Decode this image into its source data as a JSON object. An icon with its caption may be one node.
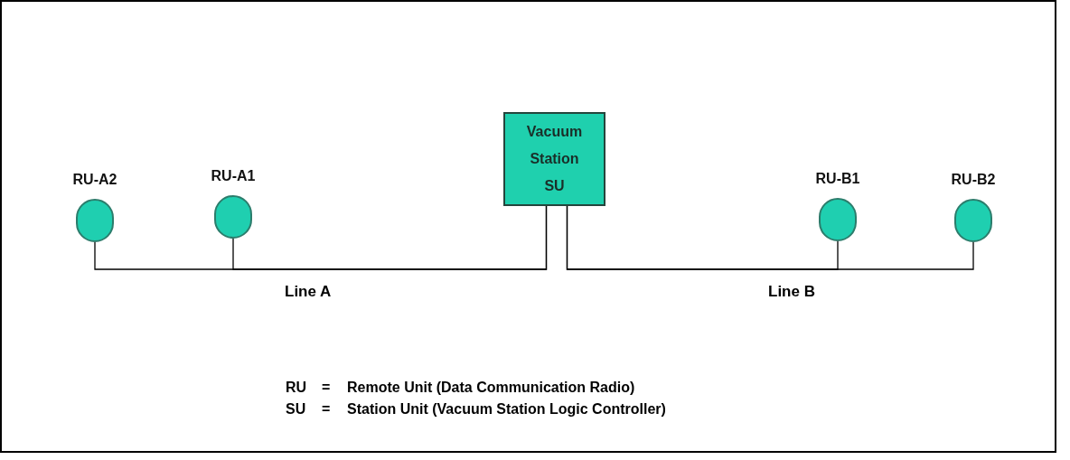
{
  "diagram": {
    "nodes": [
      {
        "text": [
          "RU-A2"
        ]
      },
      {
        "text": [
          "RU-A1"
        ]
      },
      {
        "text": [
          "Vacuum Station SU"
        ]
      },
      {
        "text": [
          "RU-B1"
        ]
      },
      {
        "text": [
          "RU-B2"
        ]
      }
    ],
    "edges": [
      {
        "from": 0,
        "to": 2,
        "arrow": "none"
      },
      {
        "from": 1,
        "to": 2,
        "arrow": "none",
        "label": "Line A"
      },
      {
        "from": 2,
        "to": 3,
        "arrow": "none",
        "label": "Line B"
      },
      {
        "from": 2,
        "to": 4,
        "arrow": "none"
      }
    ],
    "labels": [
      "RU",
      "=",
      "Remote Unit (Data Communication Radio)",
      "SU",
      "=",
      "Station Unit (Vacuum Station Logic Controller)"
    ]
  }
}
